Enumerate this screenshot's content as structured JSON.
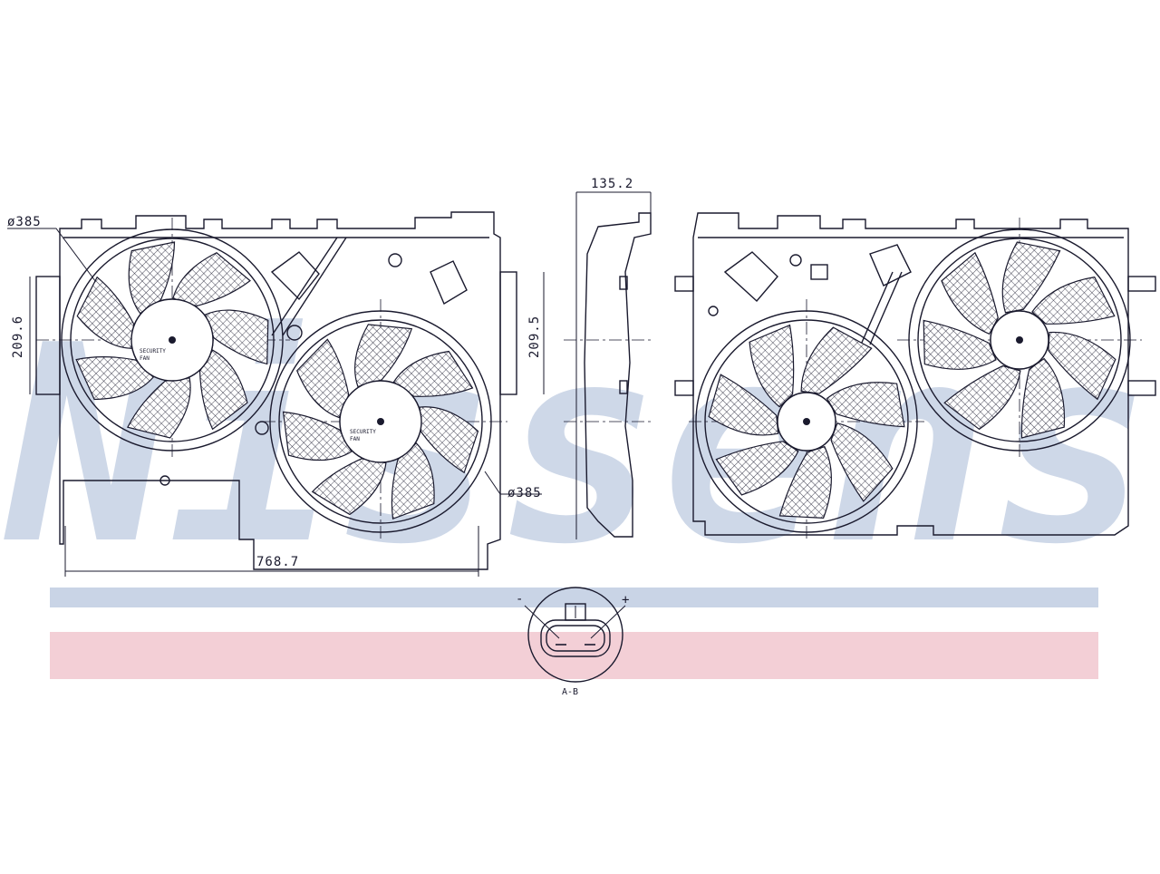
{
  "watermark": {
    "text": "Nissens",
    "color": "#c9d4e6"
  },
  "bands": {
    "blue": "#c9d4e6",
    "pink": "#f3cfd6"
  },
  "front_view": {
    "diameter_left": "ø385",
    "diameter_right": "ø385",
    "height_left": "209.6",
    "height_right": "209.5",
    "width": "768.7",
    "fan_label_left": [
      "SECURITY",
      "FAN"
    ],
    "fan_label_right": [
      "SECURITY",
      "FAN"
    ]
  },
  "side_view": {
    "depth": "135.2"
  },
  "connector": {
    "minus": "-",
    "plus": "+",
    "label": "A-B"
  },
  "line_color": "#1a1a2e"
}
